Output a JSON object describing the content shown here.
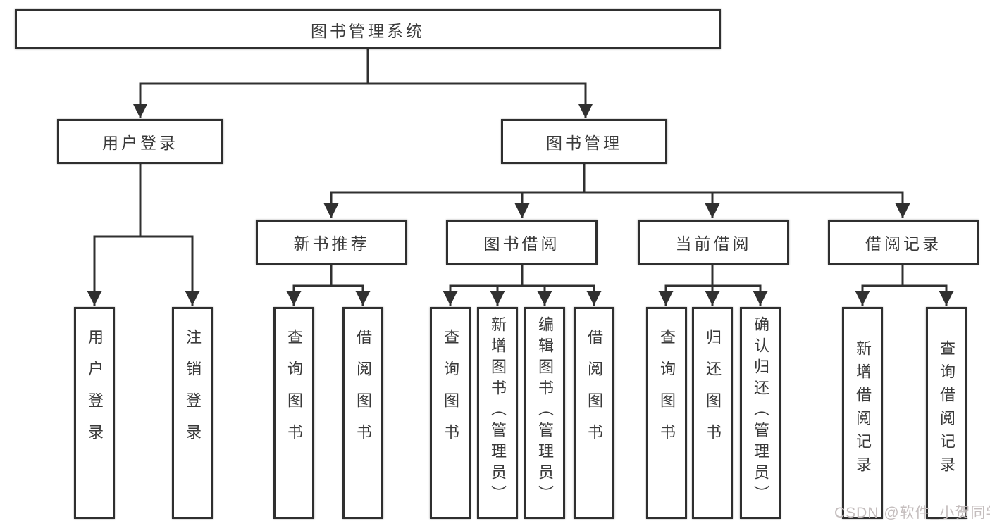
{
  "diagram": {
    "nodes": {
      "root": "图书管理系统",
      "user_login_module": "用户登录",
      "book_mgmt": "图书管理",
      "login": "用户登录",
      "logout": "注销登录",
      "new_book_rec": "新书推荐",
      "book_borrow": "图书借阅",
      "current_borrow": "当前借阅",
      "borrow_record": "借阅记录",
      "rec_query_book": "查询图书",
      "rec_borrow_book": "借阅图书",
      "bb_query_book": "查询图书",
      "bb_add_book": "新增图书（管理员）",
      "bb_edit_book": "编辑图书（管理员）",
      "bb_borrow_book": "借阅图书",
      "cb_query_book": "查询图书",
      "cb_return_book": "归还图书",
      "cb_confirm_return": "确认归还（管理员）",
      "br_add_record": "新增借阅记录",
      "br_query_record": "查询借阅记录"
    },
    "structure": {
      "图书管理系统": {
        "用户登录": [
          "用户登录",
          "注销登录"
        ],
        "图书管理": {
          "新书推荐": [
            "查询图书",
            "借阅图书"
          ],
          "图书借阅": [
            "查询图书",
            "新增图书（管理员）",
            "编辑图书（管理员）",
            "借阅图书"
          ],
          "当前借阅": [
            "查询图书",
            "归还图书",
            "确认归还（管理员）"
          ],
          "借阅记录": [
            "新增借阅记录",
            "查询借阅记录"
          ]
        }
      }
    }
  },
  "watermark": {
    "text": "CSDN @软件_小贺同学"
  },
  "colors": {
    "line": "#303030",
    "box_border": "#2f2f2f",
    "text": "#3a3a3a",
    "watermark": "#c4bdbd",
    "background": "#ffffff"
  }
}
